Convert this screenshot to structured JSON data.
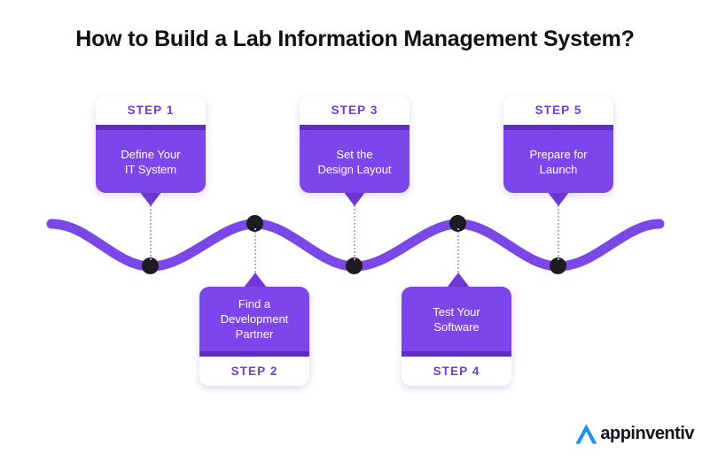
{
  "header": {
    "title": "How to Build a Lab Information Management System?"
  },
  "colors": {
    "card_purple": "#7c46ea",
    "card_purple_dark": "#5d2dc6",
    "step_label_purple": "#6b3fd4",
    "wave_purple": "#7b48e8",
    "dot_black": "#1f1b22",
    "dotted_line": "#b9a7e8",
    "logo_blue": "#2291f0",
    "title_black": "#111111",
    "background": "#ffffff"
  },
  "steps": [
    {
      "label": "STEP 1",
      "title_line1": "Define Your",
      "title_line2": "IT System",
      "title_line3": "",
      "position": "top"
    },
    {
      "label": "STEP 2",
      "title_line1": "Find a",
      "title_line2": "Development",
      "title_line3": "Partner",
      "position": "bottom"
    },
    {
      "label": "STEP 3",
      "title_line1": "Set the",
      "title_line2": "Design Layout",
      "title_line3": "",
      "position": "top"
    },
    {
      "label": "STEP 4",
      "title_line1": "Test Your",
      "title_line2": "Software",
      "title_line3": "",
      "position": "bottom"
    },
    {
      "label": "STEP 5",
      "title_line1": "Prepare for",
      "title_line2": "Launch",
      "title_line3": "",
      "position": "top"
    }
  ],
  "logo": {
    "name": "appinventiv",
    "mark": "appinventiv-a-mark"
  }
}
